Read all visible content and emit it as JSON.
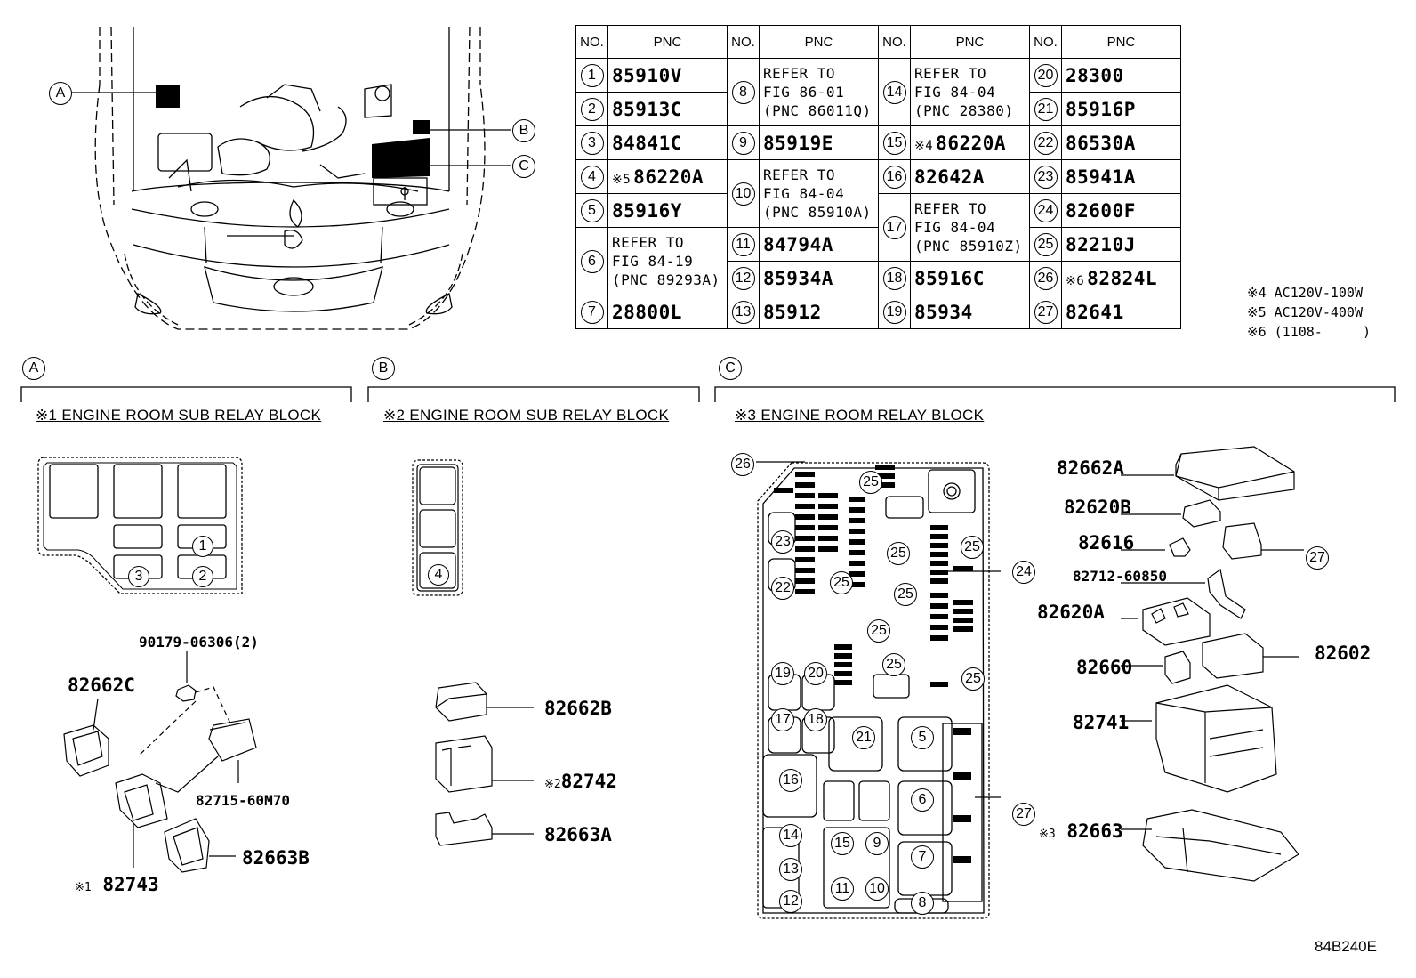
{
  "table": {
    "headers": [
      "NO.",
      "PNC",
      "NO.",
      "PNC",
      "NO.",
      "PNC",
      "NO.",
      "PNC"
    ],
    "col1": [
      {
        "no": "1",
        "pnc": "85910V"
      },
      {
        "no": "2",
        "pnc": "85913C"
      },
      {
        "no": "3",
        "pnc": "84841C"
      },
      {
        "no": "4",
        "mark": "※5",
        "pnc": "86220A"
      },
      {
        "no": "5",
        "pnc": "85916Y"
      },
      {
        "no": "6",
        "ref": [
          "REFER TO",
          "FIG 84-19",
          "(PNC 89293A)"
        ]
      },
      {
        "no": "7",
        "pnc": "28800L"
      }
    ],
    "col2": [
      {
        "no": "8",
        "ref": [
          "REFER TO",
          "FIG 86-01",
          "(PNC 86011Q)"
        ]
      },
      {
        "no": "9",
        "pnc": "85919E"
      },
      {
        "no": "10",
        "ref": [
          "REFER TO",
          "FIG 84-04",
          "(PNC 85910A)"
        ]
      },
      {
        "no": "11",
        "pnc": "84794A"
      },
      {
        "no": "12",
        "pnc": "85934A"
      },
      {
        "no": "13",
        "pnc": "85912"
      }
    ],
    "col3": [
      {
        "no": "14",
        "ref": [
          "REFER TO",
          "FIG 84-04",
          "(PNC 28380)"
        ]
      },
      {
        "no": "15",
        "mark": "※4",
        "pnc": "86220A"
      },
      {
        "no": "16",
        "pnc": "82642A"
      },
      {
        "no": "17",
        "ref": [
          "REFER TO",
          "FIG 84-04",
          "(PNC 85910Z)"
        ]
      },
      {
        "no": "18",
        "pnc": "85916C"
      },
      {
        "no": "19",
        "pnc": "85934"
      }
    ],
    "col4": [
      {
        "no": "20",
        "pnc": "28300"
      },
      {
        "no": "21",
        "pnc": "85916P"
      },
      {
        "no": "22",
        "pnc": "86530A"
      },
      {
        "no": "23",
        "pnc": "85941A"
      },
      {
        "no": "24",
        "pnc": "82600F"
      },
      {
        "no": "25",
        "pnc": "82210J"
      },
      {
        "no": "26",
        "mark": "※6",
        "pnc": "82824L"
      },
      {
        "no": "27",
        "pnc": "82641"
      }
    ]
  },
  "notes": [
    "※4 AC120V-100W",
    "※5 AC120V-400W",
    "※6 (1108-     )"
  ],
  "overview_labels": [
    "A",
    "B",
    "C"
  ],
  "sections": {
    "a": {
      "letter": "A",
      "title": "※1 ENGINE ROOM SUB RELAY BLOCK",
      "slots": [
        "1",
        "3",
        "2"
      ]
    },
    "b": {
      "letter": "B",
      "title": "※2 ENGINE ROOM SUB RELAY BLOCK",
      "slots": [
        "4"
      ]
    },
    "c": {
      "letter": "C",
      "title": "※3 ENGINE ROOM RELAY BLOCK"
    }
  },
  "parts": {
    "p90179": "90179-06306(2)",
    "p82662C": "82662C",
    "p8271560M70": "82715-60M70",
    "p82663B": "82663B",
    "p82743": "82743",
    "p82743_mark": "※1",
    "p82662B": "82662B",
    "p82742": "82742",
    "p82742_mark": "※2",
    "p82663A": "82663A",
    "p82662A": "82662A",
    "p82620B": "82620B",
    "p82616": "82616",
    "p8271260850": "82712-60850",
    "p82620A": "82620A",
    "p82602": "82602",
    "p82660": "82660",
    "p82741": "82741",
    "p82663": "82663",
    "p82663_mark": "※3"
  },
  "relay_block_callouts": [
    "26",
    "25",
    "23",
    "25",
    "25",
    "22",
    "25",
    "25",
    "24",
    "25",
    "19",
    "20",
    "25",
    "25",
    "17",
    "18",
    "21",
    "5",
    "16",
    "6",
    "14",
    "15",
    "9",
    "13",
    "7",
    "11",
    "10",
    "12",
    "8",
    "27",
    "27"
  ],
  "footer_code": "84B240E"
}
